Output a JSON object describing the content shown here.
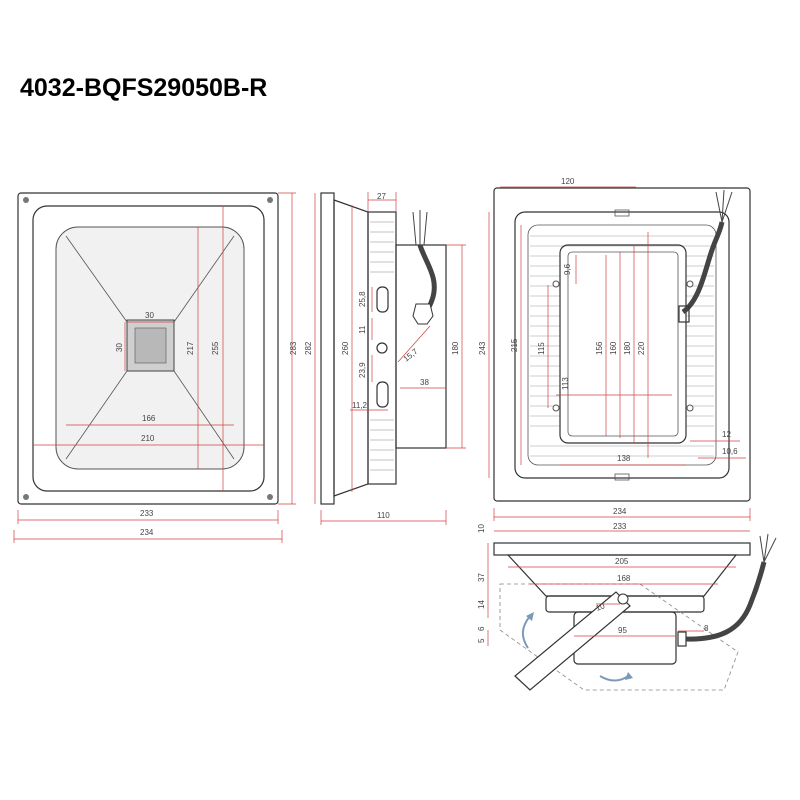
{
  "title": "4032-BQFS29050B-R",
  "colors": {
    "dimension": "#d04040",
    "outline": "#333333",
    "text": "#444444"
  },
  "front_view": {
    "dims": {
      "w30": "30",
      "h30": "30",
      "w166": "166",
      "w210": "210",
      "w233": "233",
      "w234": "234",
      "h217": "217",
      "h255": "255",
      "h283": "283"
    }
  },
  "side_view": {
    "dims": {
      "h282": "282",
      "h260": "260",
      "w27": "27",
      "d25_8": "25,8",
      "d11": "11",
      "d23_9": "23,9",
      "d11_2": "11,2",
      "d15_7": "15,7",
      "h180": "180",
      "d38": "38",
      "w110": "110"
    }
  },
  "rear_view": {
    "dims": {
      "w120": "120",
      "d9_6": "9,6",
      "h243": "243",
      "h215": "215",
      "h115": "115",
      "h156": "156",
      "h160": "160",
      "h180": "180",
      "h220": "220",
      "d113": "113",
      "d12": "12",
      "w138": "138",
      "d10_6": "10,6",
      "w234": "234",
      "w233": "233"
    }
  },
  "bottom_view": {
    "dims": {
      "d10": "10",
      "d205": "205",
      "d37": "37",
      "d168": "168",
      "d14": "14",
      "d10b": "10",
      "d6": "6",
      "d95": "95",
      "d8": "8",
      "d5": "5"
    }
  }
}
